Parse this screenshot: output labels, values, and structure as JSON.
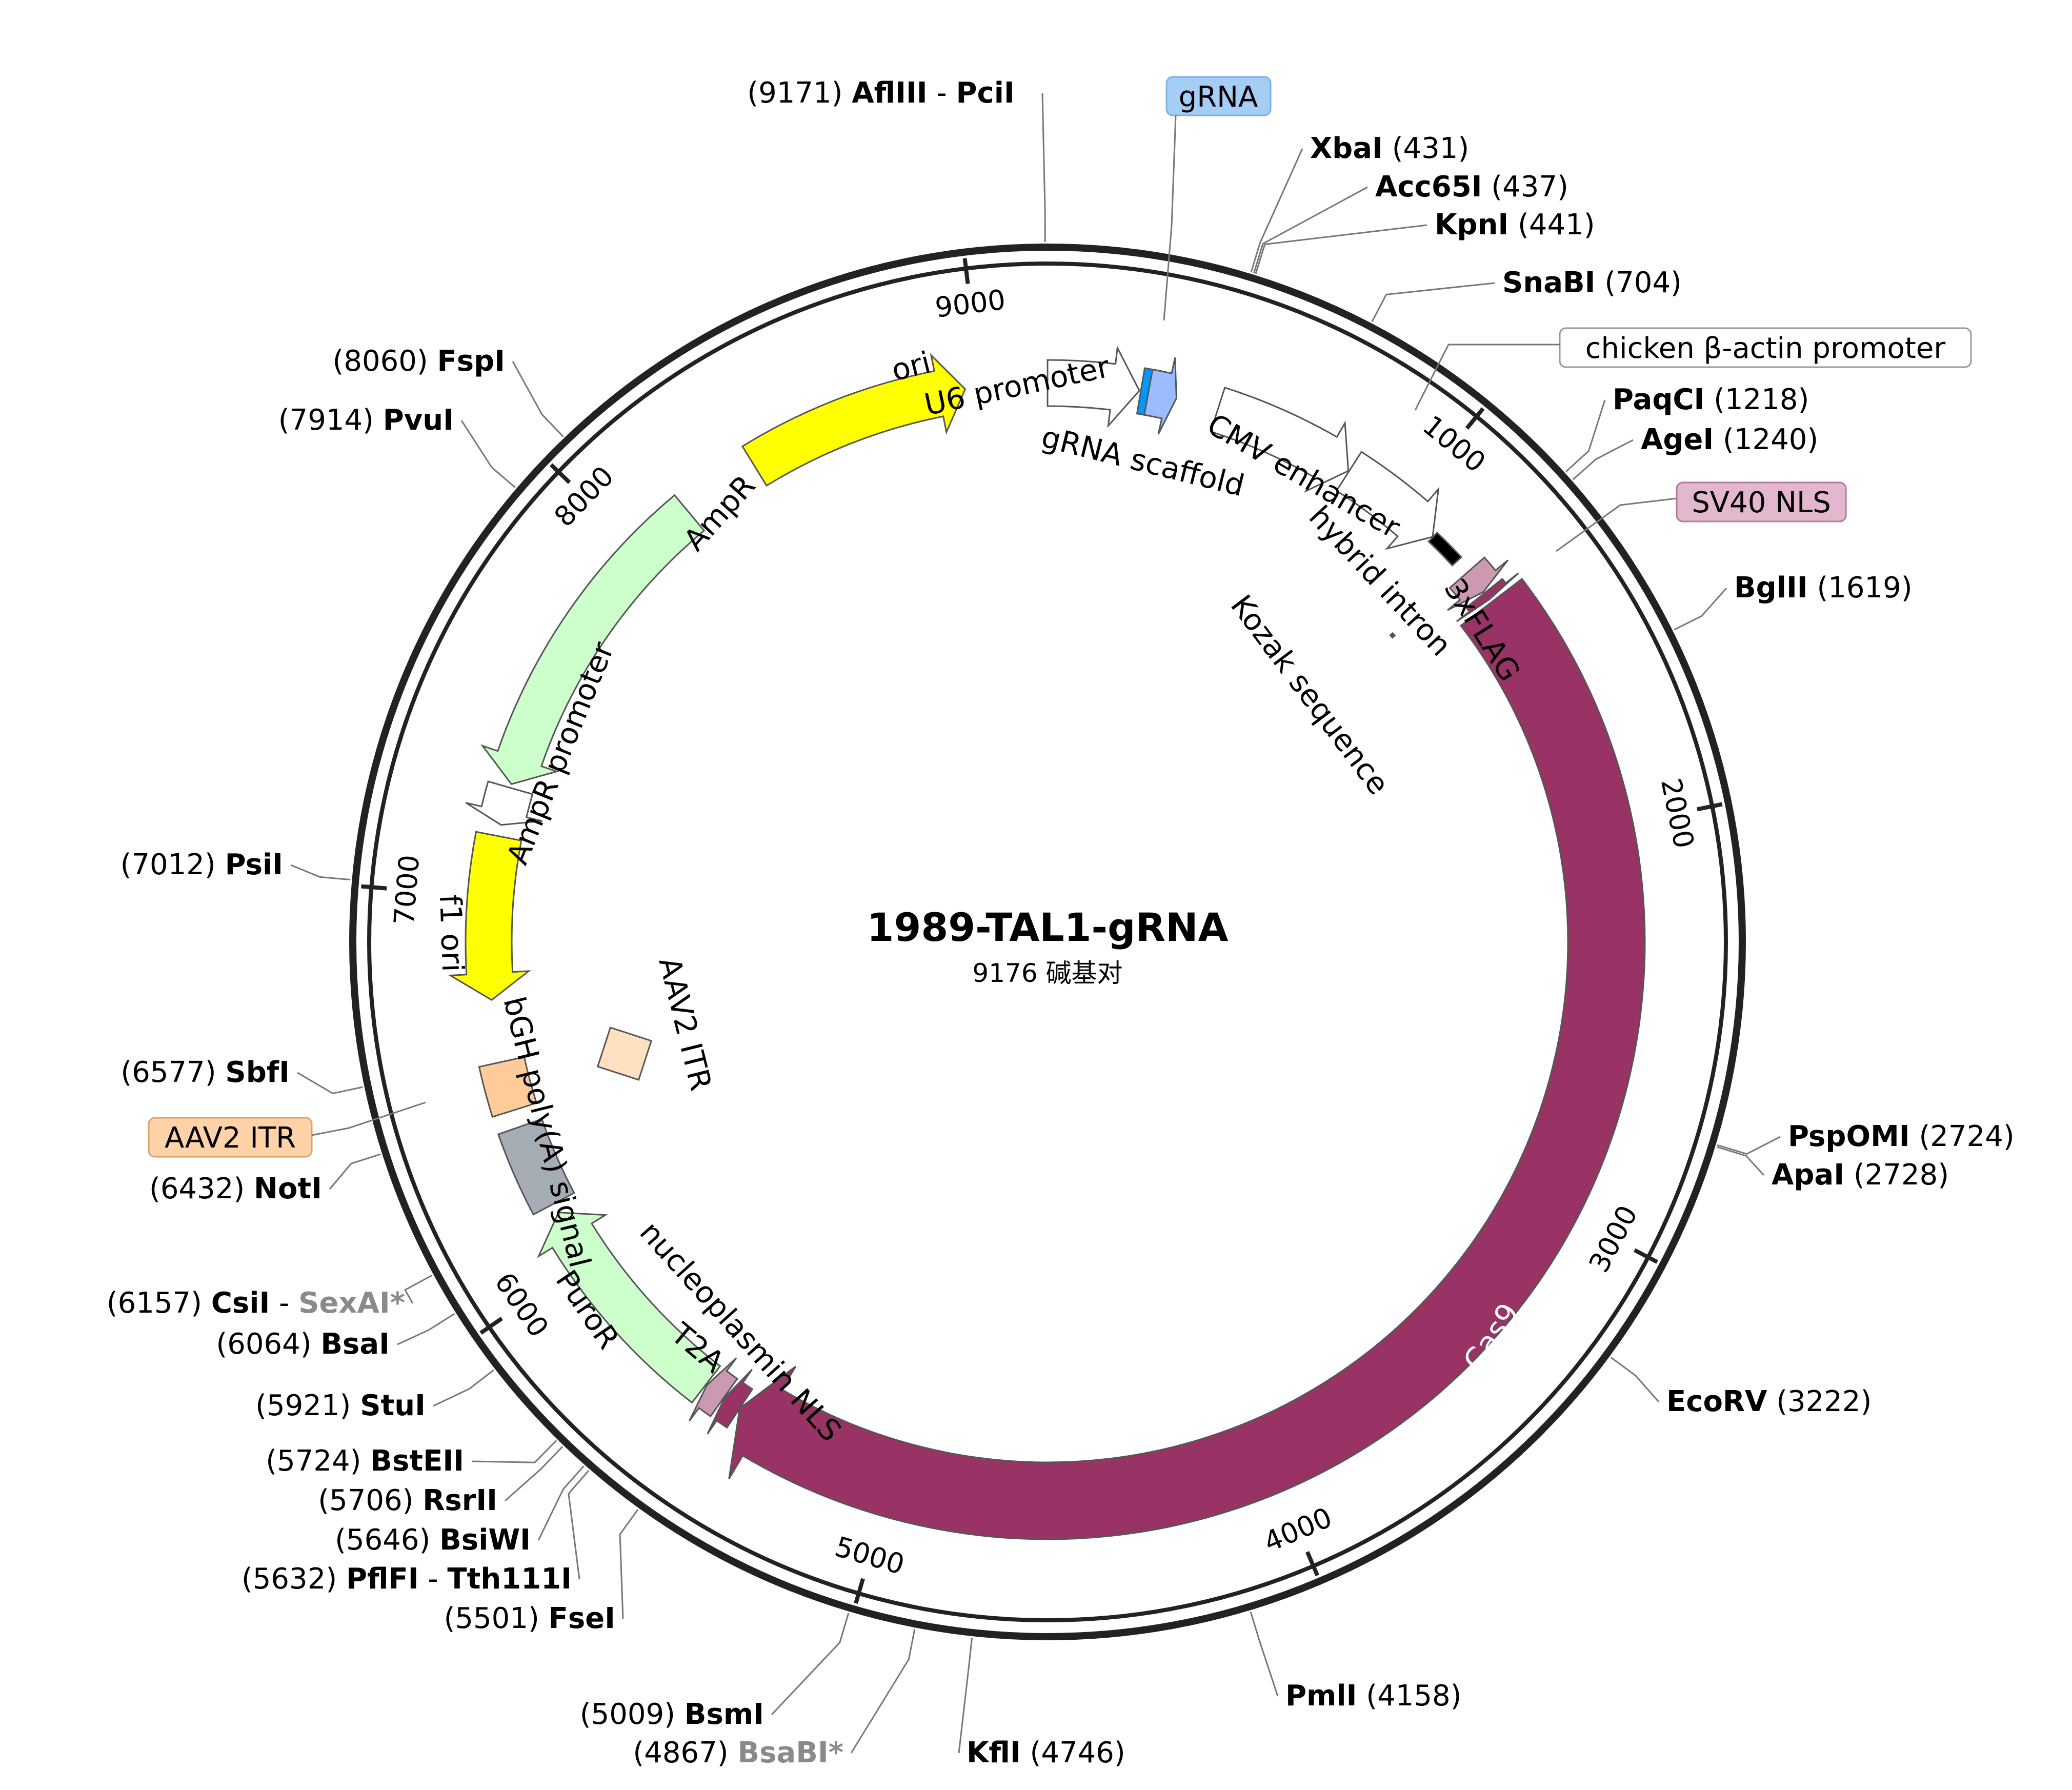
{
  "plasmid": {
    "name": "1989-TAL1-gRNA",
    "length": 9176,
    "length_text": "9176 碱基对"
  },
  "ticks": [
    {
      "bp": 1000,
      "label": "1000"
    },
    {
      "bp": 2000,
      "label": "2000"
    },
    {
      "bp": 3000,
      "label": "3000"
    },
    {
      "bp": 4000,
      "label": "4000"
    },
    {
      "bp": 5000,
      "label": "5000"
    },
    {
      "bp": 6000,
      "label": "6000"
    },
    {
      "bp": 7000,
      "label": "7000"
    },
    {
      "bp": 8000,
      "label": "8000"
    },
    {
      "bp": 9000,
      "label": "9000"
    }
  ],
  "features": [
    {
      "id": "ori",
      "label": "ori",
      "start": 8370,
      "end": 8960,
      "color": "#ffff00",
      "direction": 1,
      "label_inside": true
    },
    {
      "id": "u6",
      "label": "U6 promoter",
      "start": 0,
      "end": 241,
      "color": "#ffffff",
      "direction": 1
    },
    {
      "id": "grna-scaffold",
      "label": "gRNA scaffold",
      "start": 265,
      "end": 340,
      "color": "#9bbcff",
      "direction": 1
    },
    {
      "id": "grna",
      "label": "gRNA",
      "start": 245,
      "end": 265,
      "color": "#0099ff"
    },
    {
      "id": "cmv-enh",
      "label": "CMV enhancer",
      "start": 452,
      "end": 830,
      "color": "#ffffff",
      "direction": 1
    },
    {
      "id": "cba-promoter",
      "label": "chicken β-actin promoter",
      "start": 832,
      "end": 1110,
      "color": "#ffffff",
      "direction": 1
    },
    {
      "id": "hybrid-intron",
      "label": "hybrid intron",
      "start": 1111,
      "end": 1200,
      "color": "#000000"
    },
    {
      "id": "kozak",
      "label": "Kozak sequence",
      "start": 1228,
      "end": 1238,
      "color": "#555555"
    },
    {
      "id": "3xflag",
      "label": "3xFLAG",
      "start": 1240,
      "end": 1306,
      "color": "#cc99b3",
      "direction": 1
    },
    {
      "id": "sv40nls",
      "label": "SV40 NLS",
      "start": 1310,
      "end": 1331,
      "color": "#993366",
      "direction": 1
    },
    {
      "id": "cas9",
      "label": "Cas9",
      "start": 1340,
      "end": 5440,
      "color": "#993366",
      "direction": 1,
      "label_inside": true
    },
    {
      "id": "np-nls",
      "label": "nucleoplasmin NLS",
      "start": 5440,
      "end": 5488,
      "color": "#993366",
      "direction": 1
    },
    {
      "id": "t2a",
      "label": "T2A",
      "start": 5490,
      "end": 5545,
      "color": "#cc99b3",
      "direction": 1
    },
    {
      "id": "puror",
      "label": "PuroR",
      "start": 5548,
      "end": 6144,
      "color": "#ccffcc",
      "direction": 1,
      "label_inside": true
    },
    {
      "id": "bgh",
      "label": "bGH poly(A) signal",
      "start": 6170,
      "end": 6390,
      "color": "#a6acb3"
    },
    {
      "id": "aav2-itr",
      "label": "AAV2 ITR",
      "start": 6436,
      "end": 6566,
      "color": "#ffcc99"
    },
    {
      "id": "f1ori",
      "label": "f1 ori",
      "start": 6730,
      "end": 7160,
      "color": "#ffff00",
      "direction": -1,
      "label_inside": true
    },
    {
      "id": "ampr-prom",
      "label": "AmpR promoter",
      "start": 7190,
      "end": 7290,
      "color": "#ffffff",
      "direction": -1
    },
    {
      "id": "ampr",
      "label": "AmpR",
      "start": 7300,
      "end": 8160,
      "color": "#ccffcc",
      "direction": -1
    }
  ],
  "feature_labels": {
    "ori": "ori",
    "u6": "U6 promoter",
    "grna_scaffold": "gRNA scaffold",
    "cmv": "CMV enhancer",
    "hybrid_intron": "hybrid intron",
    "flag": "3xFLAG",
    "kozak": "Kozak sequence",
    "cas9": "Cas9",
    "np_nls": "nucleoplasmin NLS",
    "t2a": "T2A",
    "puror": "PuroR",
    "bgh": "bGH poly(A) signal",
    "aav2_itr_inner": "AAV2 ITR",
    "f1ori": "f1 ori",
    "ampr_prom": "AmpR promoter",
    "ampr": "AmpR"
  },
  "boxed_labels": [
    {
      "id": "grna",
      "text": "gRNA",
      "fill": "#a6cdf5",
      "stroke": "#7fb0e0"
    },
    {
      "id": "cba",
      "text": "chicken β-actin promoter",
      "fill": "#ffffff",
      "stroke": "#999999"
    },
    {
      "id": "sv40",
      "text": "SV40 NLS",
      "fill": "#e3b8cf",
      "stroke": "#b07a98"
    },
    {
      "id": "aav2",
      "text": "AAV2 ITR",
      "fill": "#ffd2a8",
      "stroke": "#d9a372"
    }
  ],
  "sites": [
    {
      "id": "aflIII",
      "pos": 9171,
      "num": "(9171)",
      "name": "AflIII",
      "sep": " - ",
      "name2": "PciI"
    },
    {
      "id": "xbaI",
      "pos": 431,
      "num": "(431)",
      "name": "XbaI"
    },
    {
      "id": "acc65I",
      "pos": 437,
      "num": "(437)",
      "name": "Acc65I"
    },
    {
      "id": "kpnI",
      "pos": 441,
      "num": "(441)",
      "name": "KpnI"
    },
    {
      "id": "snaBI",
      "pos": 704,
      "num": "(704)",
      "name": "SnaBI"
    },
    {
      "id": "paqCI",
      "pos": 1218,
      "num": "(1218)",
      "name": "PaqCI"
    },
    {
      "id": "ageI",
      "pos": 1240,
      "num": "(1240)",
      "name": "AgeI"
    },
    {
      "id": "bglII",
      "pos": 1619,
      "num": "(1619)",
      "name": "BglII"
    },
    {
      "id": "pspOMI",
      "pos": 2724,
      "num": "(2724)",
      "name": "PspOMI"
    },
    {
      "id": "apaI",
      "pos": 2728,
      "num": "(2728)",
      "name": "ApaI"
    },
    {
      "id": "ecoRV",
      "pos": 3222,
      "num": "(3222)",
      "name": "EcoRV"
    },
    {
      "id": "pmlI",
      "pos": 4158,
      "num": "(4158)",
      "name": "PmlI"
    },
    {
      "id": "kflI",
      "pos": 4746,
      "num": "(4746)",
      "name": "KflI"
    },
    {
      "id": "bsaBI",
      "pos": 4867,
      "num": "(4867)",
      "name": "BsaBI*",
      "gray": true
    },
    {
      "id": "bsmI",
      "pos": 5009,
      "num": "(5009)",
      "name": "BsmI"
    },
    {
      "id": "fseI",
      "pos": 5501,
      "num": "(5501)",
      "name": "FseI"
    },
    {
      "id": "pflFI",
      "pos": 5632,
      "num": "(5632)",
      "name": "PflFI",
      "sep": " - ",
      "name2": "Tth111I"
    },
    {
      "id": "bsiWI",
      "pos": 5646,
      "num": "(5646)",
      "name": "BsiWI"
    },
    {
      "id": "rsrII",
      "pos": 5706,
      "num": "(5706)",
      "name": "RsrII"
    },
    {
      "id": "bstEII",
      "pos": 5724,
      "num": "(5724)",
      "name": "BstEII"
    },
    {
      "id": "stuI",
      "pos": 5921,
      "num": "(5921)",
      "name": "StuI"
    },
    {
      "id": "bsaI",
      "pos": 6064,
      "num": "(6064)",
      "name": "BsaI"
    },
    {
      "id": "csiI",
      "pos": 6157,
      "num": "(6157)",
      "name": "CsiI",
      "sep": " - ",
      "name2": "SexAI*",
      "name2_gray": true
    },
    {
      "id": "notI",
      "pos": 6432,
      "num": "(6432)",
      "name": "NotI"
    },
    {
      "id": "sbfI",
      "pos": 6577,
      "num": "(6577)",
      "name": "SbfI"
    },
    {
      "id": "psiI",
      "pos": 7012,
      "num": "(7012)",
      "name": "PsiI"
    },
    {
      "id": "pvuI",
      "pos": 7914,
      "num": "(7914)",
      "name": "PvuI"
    },
    {
      "id": "fspI",
      "pos": 8060,
      "num": "(8060)",
      "name": "FspI"
    }
  ]
}
